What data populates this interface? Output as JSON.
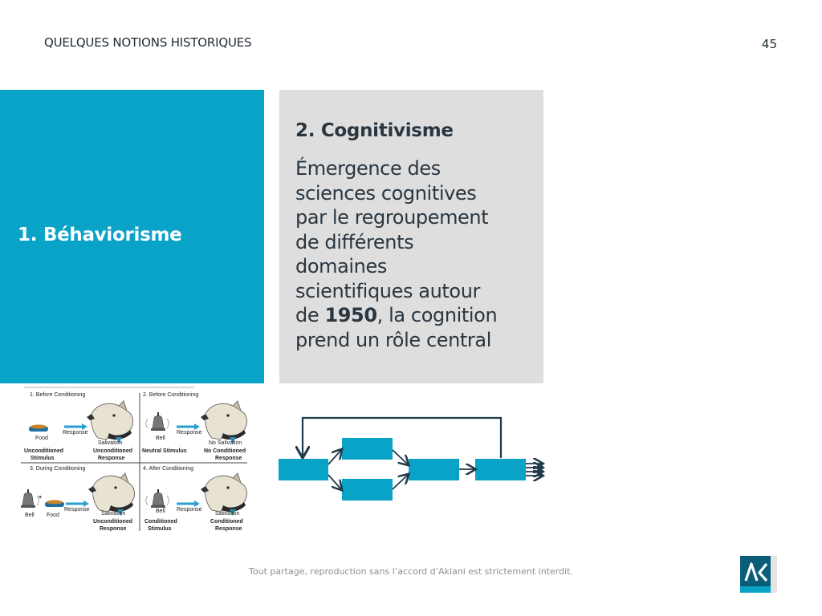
{
  "header": {
    "title": "QUELQUES NOTIONS HISTORIQUES",
    "page_number": "45"
  },
  "left_panel": {
    "title": "1. Béhaviorisme",
    "color": "#0aa3c8"
  },
  "right_panel": {
    "title": "2. Cognitivisme",
    "body_lines": [
      "Émergence des",
      "sciences cognitives",
      "par le regroupement",
      "de différents",
      "domaines",
      "scientifiques autour"
    ],
    "body_de": "de ",
    "body_year": "1950",
    "body_after_year": ", la cognition",
    "body_last": "prend un rôle central",
    "color": "#dedede"
  },
  "pavlov": {
    "q1": {
      "heading": "1. Before Conditioning",
      "item": "Food",
      "arrow": "Response",
      "result": "Salivation",
      "label_left": [
        "Unconditioned",
        "Stimulus"
      ],
      "label_right": [
        "Unconditioned",
        "Response"
      ]
    },
    "q2": {
      "heading": "2. Before Conditioning",
      "item": "Bell",
      "arrow": "Response",
      "result": "No Salivation",
      "label_left": [
        "Neutral Stimulus"
      ],
      "label_right": [
        "No Conditioned",
        "Response"
      ]
    },
    "q3": {
      "heading": "3. During Conditioning",
      "item_bell": "Bell",
      "item_food": "Food",
      "arrow": "Response",
      "result": "Salivation",
      "label_right": [
        "Unconditioned",
        "Response"
      ]
    },
    "q4": {
      "heading": "4. After Conditioning",
      "item": "Bell",
      "arrow": "Response",
      "result": "Salivation",
      "label_left": [
        "Conditioned",
        "Stimulus"
      ],
      "label_right": [
        "Conditioned",
        "Response"
      ]
    }
  },
  "flow_diagram": {
    "box_color": "#0aa3c8",
    "line_color": "#1f3a4a"
  },
  "footer": {
    "text": "Tout partage, reproduction sans l’accord d’Akiani est strictement interdit."
  },
  "logo": {
    "color": "#0b6e8c"
  }
}
